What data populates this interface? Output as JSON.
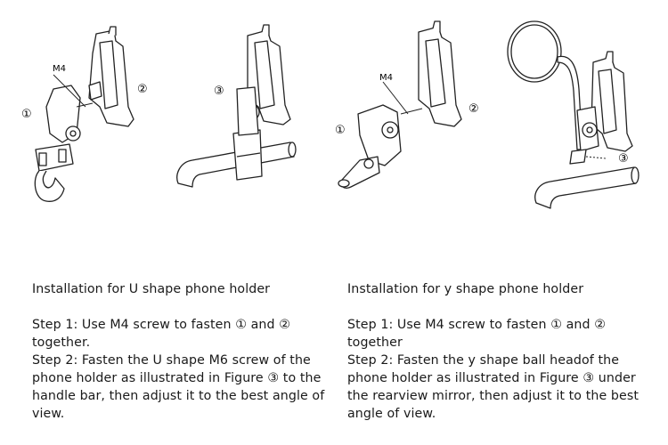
{
  "figures": {
    "fig_a": {
      "marker_1": "①",
      "marker_2": "②",
      "m4_label": "M4"
    },
    "fig_b": {
      "marker_3": "③"
    },
    "fig_c": {
      "marker_1": "①",
      "marker_2": "②",
      "m4_label": "M4"
    },
    "fig_d": {
      "marker_3": "③"
    }
  },
  "left": {
    "heading": "Installation for U shape phone holder",
    "step1_line1": "Step 1: Use M4 screw to fasten ①  and ②",
    "step1_line2": " together.",
    "step2_line1": "Step 2: Fasten the U shape M6 screw of the",
    "step2_line2": "phone holder as illustrated in Figure ③ to the",
    "step2_line3": "handle bar, then adjust it to the best angle of",
    "step2_line4": "view."
  },
  "right": {
    "heading": "Installation for y shape phone holder",
    "step1_line1": "Step 1: Use M4 screw to fasten ① and ②",
    "step1_line2": " together",
    "step2_line1": "Step 2: Fasten the y shape ball headof the",
    "step2_line2": "phone holder as illustrated in Figure ③ under",
    "step2_line3": "the rearview mirror, then adjust it to the best",
    "step2_line4": "angle of view."
  }
}
